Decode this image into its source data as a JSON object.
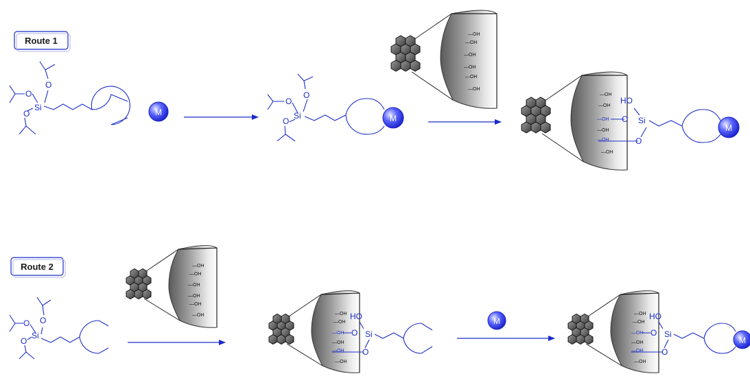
{
  "routes": {
    "route1": {
      "label": "Route 1"
    },
    "route2": {
      "label": "Route 2"
    }
  },
  "atoms": {
    "oxygen": "O",
    "silicon": "Si",
    "hydroxyl_bound": "HO",
    "surface_hydroxyl": "OH"
  },
  "metal": {
    "label": "M"
  },
  "colors": {
    "bond": "#1a2cc8",
    "metal_fill": "#3a4bff",
    "label_border": "#1a2cc8"
  }
}
